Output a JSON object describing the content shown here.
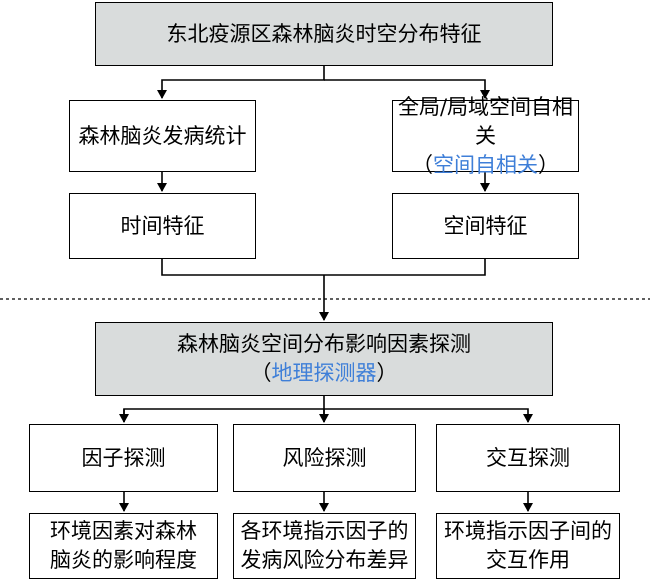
{
  "top": {
    "title": "东北疫源区森林脑炎时空分布特征"
  },
  "left_branch": {
    "stat": "森林脑炎发病统计",
    "temporal": "时间特征"
  },
  "right_branch": {
    "autocorr": "全局/局域空间自相关",
    "autocorr_method_open": "（",
    "autocorr_method": "空间自相关",
    "autocorr_method_close": "）",
    "spatial": "空间特征"
  },
  "middle": {
    "title": "森林脑炎空间分布影响因素探测",
    "method_open": "（",
    "method": "地理探测器",
    "method_close": "）"
  },
  "detectors": [
    {
      "name": "因子探测",
      "result_line1": "环境因素对森林",
      "result_line2": "脑炎的影响程度"
    },
    {
      "name": "风险探测",
      "result_line1": "各环境指示因子的",
      "result_line2": "发病风险分布差异"
    },
    {
      "name": "交互探测",
      "result_line1": "环境指示因子间的",
      "result_line2": "交互作用"
    }
  ],
  "colors": {
    "header_fill": "#d9dcdc",
    "method_text": "#3f7fd8",
    "line": "#000000"
  }
}
